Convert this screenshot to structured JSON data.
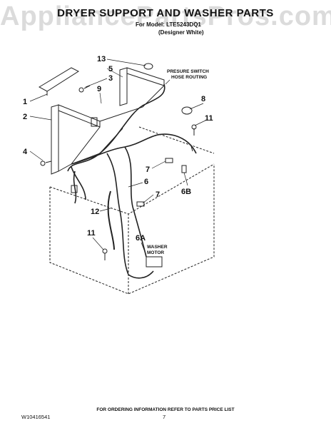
{
  "header": {
    "watermark": "AppliancePartsPros.com",
    "title": "DRYER SUPPORT AND WASHER PARTS",
    "model": "For Model: LTE5243DQ1",
    "variant": "(Designer White)"
  },
  "callouts": [
    "1",
    "2",
    "3",
    "4",
    "5",
    "6",
    "6A",
    "6B",
    "7",
    "7",
    "8",
    "9",
    "11",
    "11",
    "12",
    "13"
  ],
  "notes": {
    "pressure_switch": [
      "PRESURE SWITCH",
      "HOSE ROUTING"
    ],
    "washer_motor": [
      "WASHER",
      "MOTOR"
    ]
  },
  "footer": {
    "ordering": "FOR ORDERING INFORMATION REFER TO PARTS PRICE LIST",
    "doc_number": "W10416541",
    "page": "7"
  }
}
